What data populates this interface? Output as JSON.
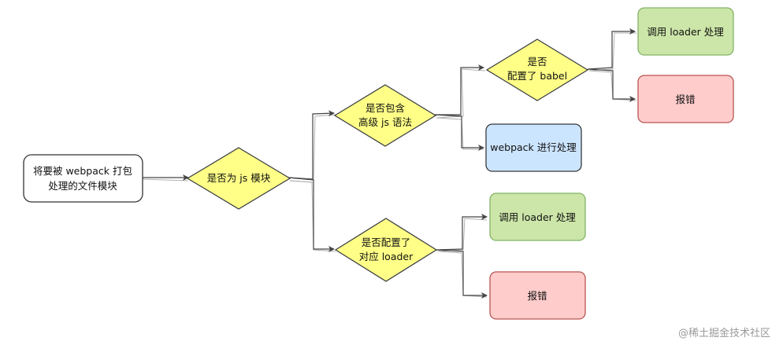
{
  "diagram": {
    "start": {
      "line1": "将要被 webpack 打包",
      "line2": "处理的文件模块"
    },
    "q_js": {
      "label": "是否为 js 模块"
    },
    "q_advanced": {
      "line1": "是否包含",
      "line2": "高级 js 语法"
    },
    "q_babel": {
      "line1": "是否",
      "line2": "配置了 babel"
    },
    "babel_loader": {
      "label": "调用 loader 处理"
    },
    "babel_error": {
      "label": "报错"
    },
    "webpack_process": {
      "label": "webpack 进行处理"
    },
    "q_loader": {
      "line1": "是否配置了",
      "line2": "对应 loader"
    },
    "loader_call": {
      "label": "调用 loader 处理"
    },
    "loader_error": {
      "label": "报错"
    }
  },
  "watermark": "@稀土掘金技术社区",
  "colors": {
    "decision_fill": "#ffff88",
    "decision_stroke": "#36393d",
    "start_fill": "#ffffff",
    "start_stroke": "#333333",
    "green_fill": "#cce5a8",
    "green_stroke": "#82b366",
    "red_fill": "#ffcccc",
    "red_stroke": "#b85450",
    "blue_fill": "#cce5ff",
    "blue_stroke": "#36393d"
  }
}
